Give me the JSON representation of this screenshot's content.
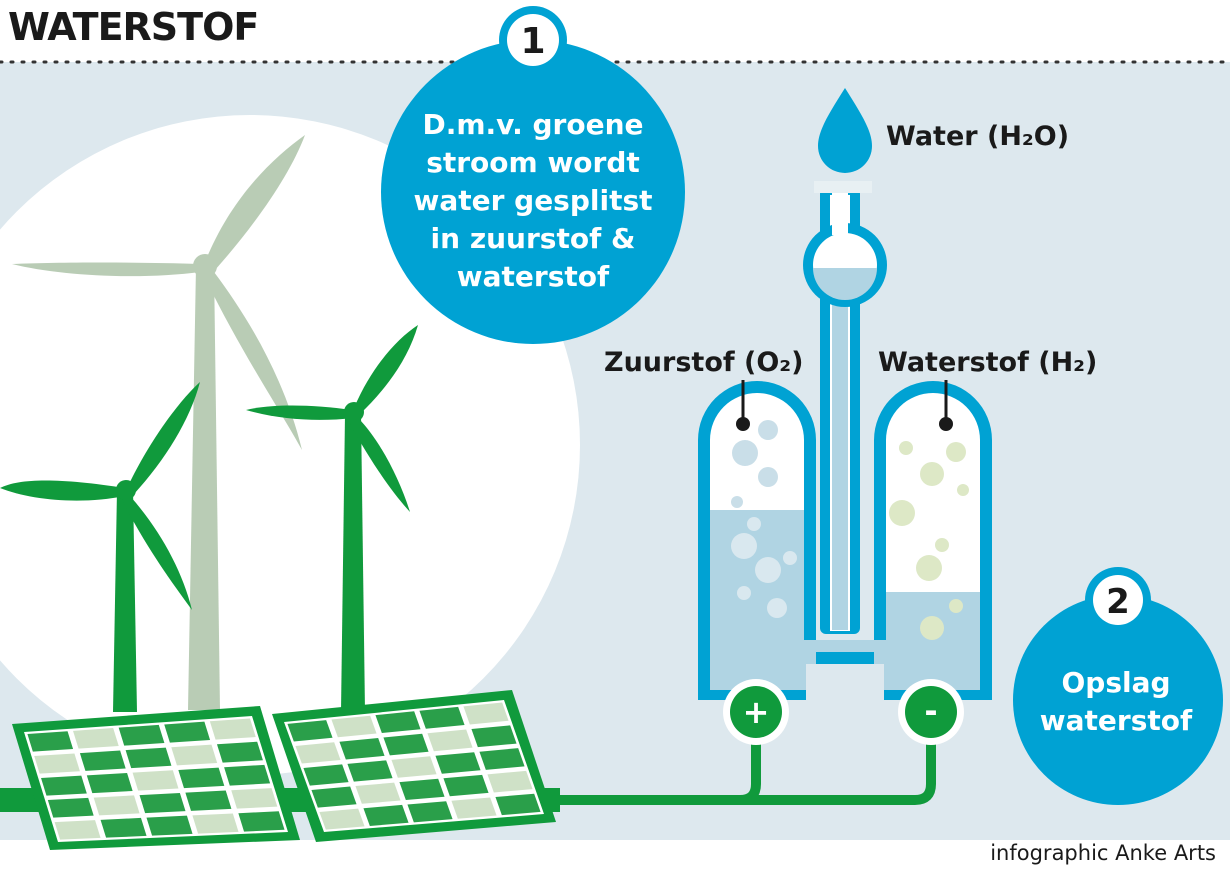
{
  "title": "WATERSTOF",
  "step1": {
    "number": "1",
    "lines": [
      "D.m.v. groene",
      "stroom wordt",
      "water gesplitst",
      "in zuurstof &",
      "waterstof"
    ]
  },
  "step2": {
    "number": "2",
    "lines": [
      "Opslag",
      "waterstof"
    ]
  },
  "labels": {
    "water": "Water (H₂O)",
    "oxygen": "Zuurstof (O₂)",
    "hydrogen": "Waterstof (H₂)"
  },
  "electrodes": {
    "plus": "+",
    "minus": "-"
  },
  "credit": "infographic Anke Arts",
  "colors": {
    "background_panel": "#dde8ee",
    "accent_blue": "#00a2d3",
    "water_blue": "#b0d4e3",
    "green": "#109a3c",
    "green_pale": "#b9ccb5"
  }
}
